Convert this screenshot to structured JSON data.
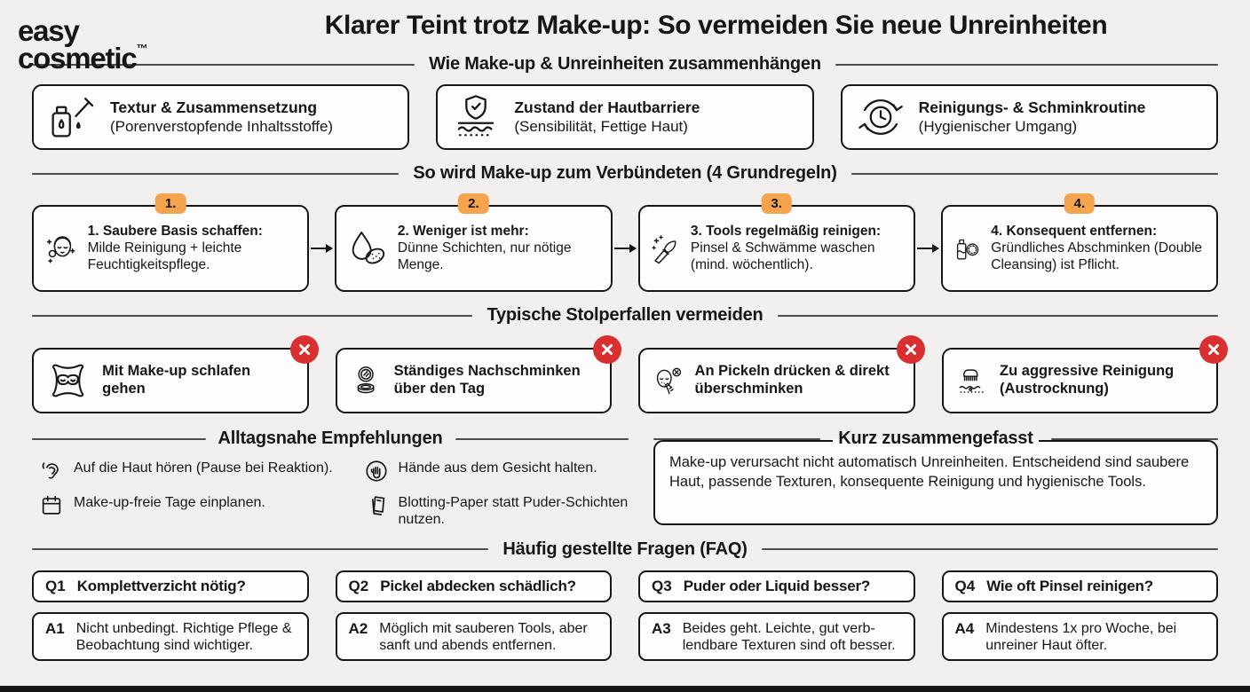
{
  "palette": {
    "background": "#f1f0ee",
    "card_bg": "#fdfdfd",
    "border": "#161616",
    "accent_orange": "#f5a34c",
    "accent_red": "#d92f2f"
  },
  "header": {
    "logo_line1": "easy",
    "logo_line2": "cosmetic",
    "logo_tm": "™",
    "title": "Klarer Teint trotz Make-up: So vermeiden Sie neue Unreinheiten"
  },
  "sections": {
    "factors": {
      "heading": "Wie Make-up & Unreinheiten zusammenhängen",
      "cards": [
        {
          "icon": "dropper-bottle-icon",
          "title": "Textur & Zusammensetzung",
          "subtitle": "(Porenverstopfende Inhaltsstoffe)"
        },
        {
          "icon": "shield-skin-icon",
          "title": "Zustand der Hautbarriere",
          "subtitle": "(Sensibilität, Fettige Haut)"
        },
        {
          "icon": "clock-cycle-icon",
          "title": "Reinigungs- & Schminkroutine",
          "subtitle": "(Hygienischer Umgang)"
        }
      ]
    },
    "rules": {
      "heading": "So wird Make-up zum Verbündeten (4 Grundregeln)",
      "steps": [
        {
          "badge": "1.",
          "icon": "face-cleanse-icon",
          "title": "1. Saubere Basis schaffen:",
          "text": "Milde Reinigung + leichte Feuchtigkeitspflege."
        },
        {
          "badge": "2.",
          "icon": "drop-sponge-icon",
          "title": "2. Weniger ist mehr:",
          "text": "Dünne Schichten, nur nötige Menge."
        },
        {
          "badge": "3.",
          "icon": "brush-sparkle-icon",
          "title": "3. Tools regelmäßig reinigen:",
          "text": "Pinsel & Schwämme waschen (mind. wöchentlich)."
        },
        {
          "badge": "4.",
          "icon": "bottle-pad-icon",
          "title": "4. Konsequent entfernen:",
          "text": "Gründliches Abschminken (Double Cleansing) ist Pflicht."
        }
      ]
    },
    "pitfalls": {
      "heading": "Typische Stolperfallen vermeiden",
      "items": [
        {
          "icon": "pillow-mask-icon",
          "text": "Mit Make-up schlafen gehen"
        },
        {
          "icon": "compact-mirror-icon",
          "text": "Ständiges Nachschminken über den Tag"
        },
        {
          "icon": "pimple-touch-icon",
          "text": "An Pickeln drücken & direkt überschminken"
        },
        {
          "icon": "scrub-brush-icon",
          "text": "Zu aggressive Reinigung (Austrocknung)"
        }
      ]
    },
    "tips": {
      "heading": "Alltagsnahe Empfehlungen",
      "items": [
        {
          "icon": "ear-icon",
          "text": "Auf die Haut hören (Pause bei Reaktion)."
        },
        {
          "icon": "hand-stop-icon",
          "text": "Hände aus dem Gesicht halten."
        },
        {
          "icon": "calendar-icon",
          "text": "Make-up-freie Tage einplanen."
        },
        {
          "icon": "blotting-paper-icon",
          "text": "Blotting-Paper statt Puder-Schichten nutzen."
        }
      ]
    },
    "summary": {
      "heading": "Kurz zusammengefasst",
      "text": "Make-up verursacht nicht automatisch Unreinheiten. Entscheidend sind saubere Haut, passende Texturen, konsequente Reinigung und hygienische Tools."
    },
    "faq": {
      "heading": "Häufig gestellte Fragen (FAQ)",
      "items": [
        {
          "q_label": "Q1",
          "question": "Komplettverzicht nötig?",
          "a_label": "A1",
          "answer": "Nicht unbedingt. Richtige Pflege & Beobachtung sind wichtiger."
        },
        {
          "q_label": "Q2",
          "question": "Pickel abdecken schädlich?",
          "a_label": "A2",
          "answer": "Möglich mit sauberen Tools, aber sanft und abends entfernen."
        },
        {
          "q_label": "Q3",
          "question": "Puder oder Liquid besser?",
          "a_label": "A3",
          "answer": "Beides geht. Leichte, gut verb­lendbare Texturen sind oft besser."
        },
        {
          "q_label": "Q4",
          "question": "Wie oft Pinsel reinigen?",
          "a_label": "A4",
          "answer": "Mindestens 1x pro Woche, bei unreiner Haut öfter."
        }
      ]
    }
  }
}
